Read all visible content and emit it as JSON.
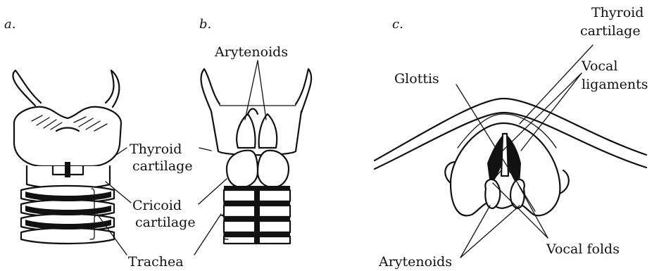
{
  "panels": {
    "a": "a.",
    "b": "b.",
    "c": "c."
  },
  "labels": {
    "arytenoids_top": "Arytenoids",
    "thyroid_line1": "Thyroid",
    "thyroid_line2": "cartilage",
    "cricoid_line1": "Cricoid",
    "cricoid_line2": "cartilage",
    "trachea": "Trachea",
    "c_thyroid_line1": "Thyroid",
    "c_thyroid_line2": "cartilage",
    "glottis": "Glottis",
    "vocal_ligaments_line1": "Vocal",
    "vocal_ligaments_line2": "ligaments",
    "arytenoids_bottom": "Arytenoids",
    "vocal_folds": "Vocal folds"
  }
}
